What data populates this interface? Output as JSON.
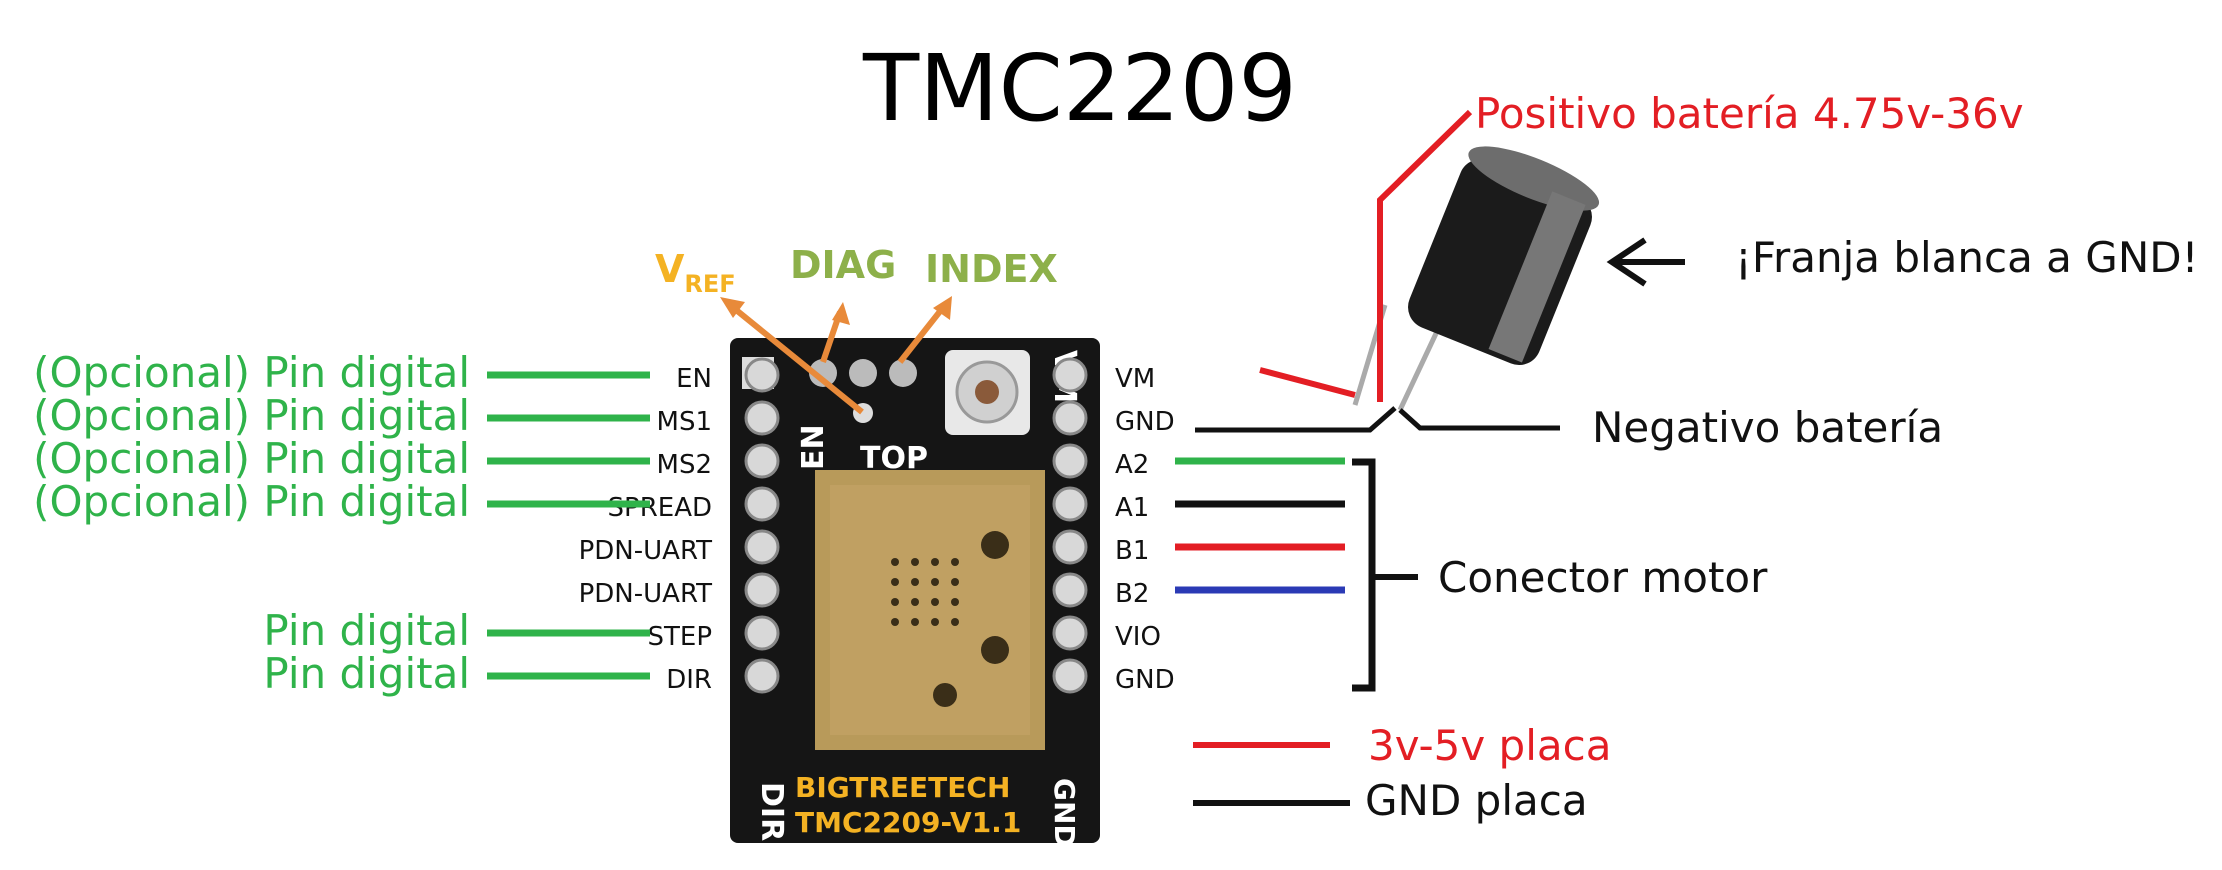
{
  "title": "TMC2209",
  "colors": {
    "green": "#2fb34a",
    "red": "#e31e24",
    "black": "#111111",
    "blue": "#2b3ab5",
    "orange": "#e88a3a",
    "olive": "#8db04a",
    "gold": "#f4b223",
    "board": "#151515",
    "chip": "#b89a5a"
  },
  "board": {
    "vref": "V",
    "vref_sub": "REF",
    "diag": "DIAG",
    "index": "INDEX",
    "top": "TOP",
    "en": "EN",
    "vm": "VM",
    "dir": "DIR",
    "gnd": "GND",
    "brand": "BIGTREETECH",
    "model": "TMC2209-V1.1"
  },
  "left_pins": [
    {
      "pin": "EN",
      "label": "(Opcional) Pin digital"
    },
    {
      "pin": "MS1",
      "label": "(Opcional) Pin digital"
    },
    {
      "pin": "MS2",
      "label": "(Opcional) Pin digital"
    },
    {
      "pin": "SPREAD",
      "label": "(Opcional) Pin digital"
    },
    {
      "pin": "PDN-UART",
      "label": ""
    },
    {
      "pin": "PDN-UART",
      "label": ""
    },
    {
      "pin": "STEP",
      "label": "Pin digital"
    },
    {
      "pin": "DIR",
      "label": "Pin digital"
    }
  ],
  "right_pins": [
    {
      "pin": "VM",
      "wire": "none"
    },
    {
      "pin": "GND",
      "wire": "black"
    },
    {
      "pin": "A2",
      "wire": "green"
    },
    {
      "pin": "A1",
      "wire": "black"
    },
    {
      "pin": "B1",
      "wire": "red"
    },
    {
      "pin": "B2",
      "wire": "blue"
    },
    {
      "pin": "VIO",
      "wire": "red"
    },
    {
      "pin": "GND",
      "wire": "black"
    }
  ],
  "annotations": {
    "positive": "Positivo batería 4.75v-36v",
    "stripe": "¡Franja blanca a GND!",
    "negative": "Negativo batería",
    "motor": "Conector motor",
    "vio": "3v-5v placa",
    "gnd_board": "GND placa"
  }
}
